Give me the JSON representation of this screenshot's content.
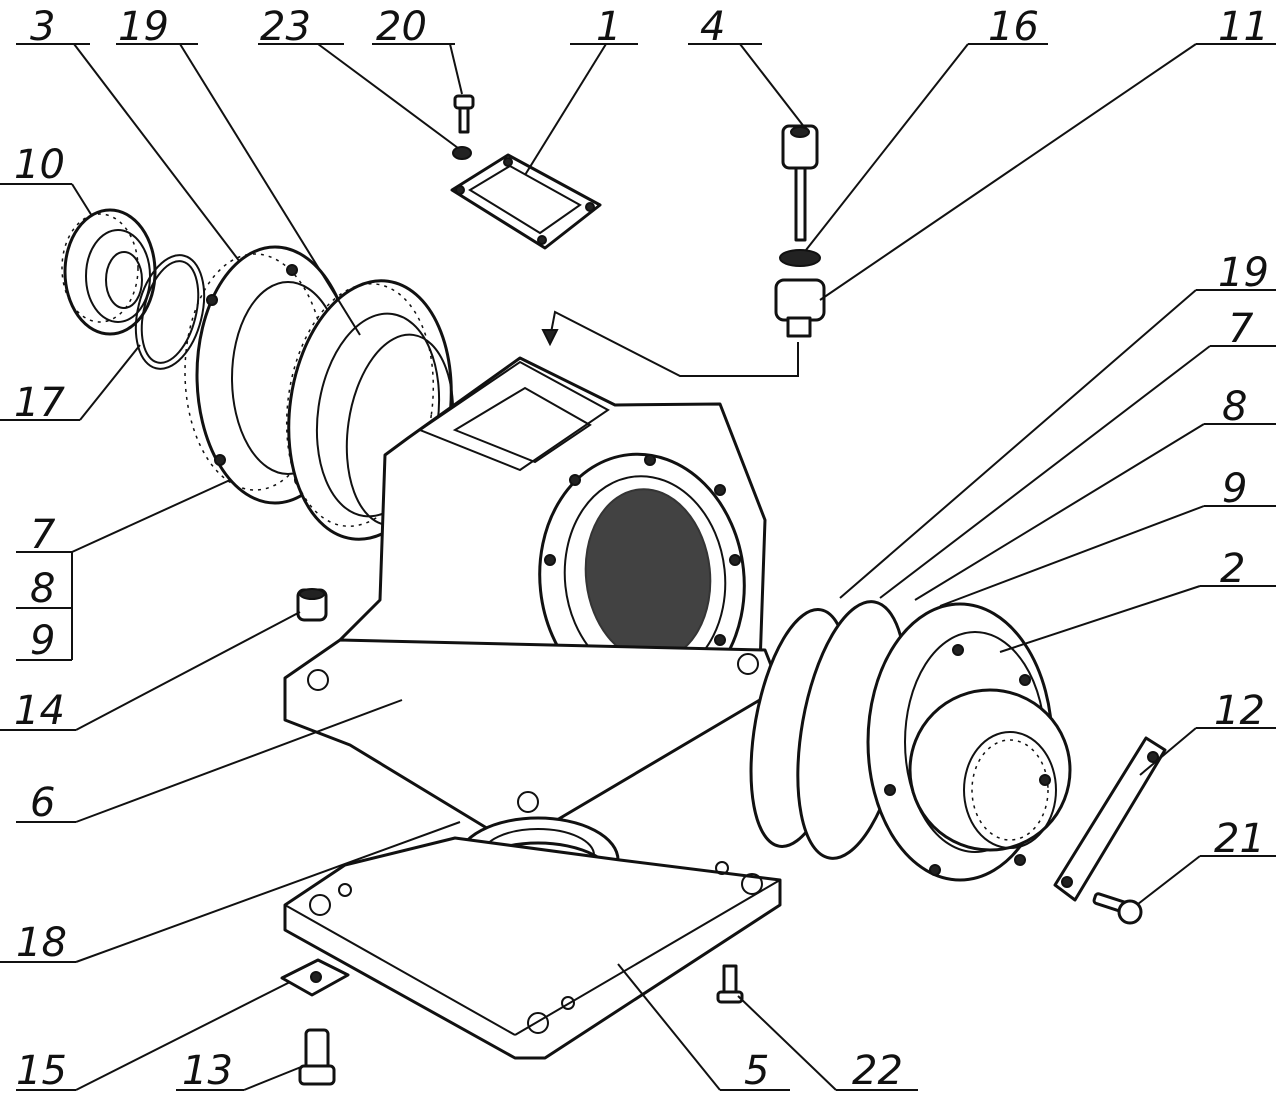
{
  "colors": {
    "ink": "#111111",
    "paper": "#ffffff"
  },
  "callouts": [
    {
      "id": "c3",
      "text": "3"
    },
    {
      "id": "c19a",
      "text": "19"
    },
    {
      "id": "c23",
      "text": "23"
    },
    {
      "id": "c20",
      "text": "20"
    },
    {
      "id": "c1",
      "text": "1"
    },
    {
      "id": "c4",
      "text": "4"
    },
    {
      "id": "c16",
      "text": "16"
    },
    {
      "id": "c11",
      "text": "11"
    },
    {
      "id": "c10",
      "text": "10"
    },
    {
      "id": "c19b",
      "text": "19"
    },
    {
      "id": "c7a",
      "text": "7"
    },
    {
      "id": "c8a",
      "text": "8"
    },
    {
      "id": "c17",
      "text": "17"
    },
    {
      "id": "c9a",
      "text": "9"
    },
    {
      "id": "c7b",
      "text": "7"
    },
    {
      "id": "c8b",
      "text": "8"
    },
    {
      "id": "c9b",
      "text": "9"
    },
    {
      "id": "c2",
      "text": "2"
    },
    {
      "id": "c14",
      "text": "14"
    },
    {
      "id": "c12",
      "text": "12"
    },
    {
      "id": "c6",
      "text": "6"
    },
    {
      "id": "c21",
      "text": "21"
    },
    {
      "id": "c18",
      "text": "18"
    },
    {
      "id": "c15",
      "text": "15"
    },
    {
      "id": "c13",
      "text": "13"
    },
    {
      "id": "c5",
      "text": "5"
    },
    {
      "id": "c22",
      "text": "22"
    }
  ]
}
